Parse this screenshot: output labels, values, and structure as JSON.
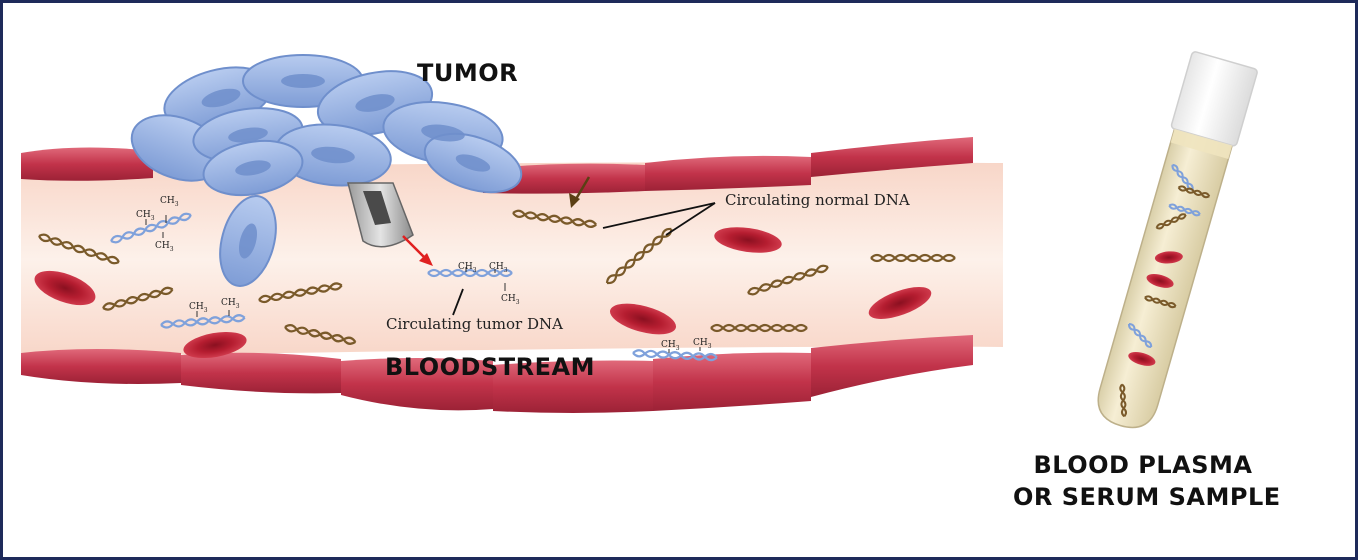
{
  "labels": {
    "tumor": "TUMOR",
    "bloodstream": "BLOODSTREAM",
    "normal_dna": "Circulating normal DNA",
    "tumor_dna": "Circulating tumor DNA",
    "sample_line1": "BLOOD PLASMA",
    "sample_line2": "OR SERUM SAMPLE"
  },
  "methyl_label": "CH3",
  "colors": {
    "frame": "#1e2a5a",
    "vessel_wall": "#c2334a",
    "lumen": "#fbe6dc",
    "tumor_cell": "#98b3e3",
    "normal_dna": "#7a5a2a",
    "tumor_dna": "#7fa1db",
    "red_blood_cell": "#b51d30",
    "arrow_tumor": "#e02020",
    "arrow_normal": "#5b3f14",
    "plasma": "#f0e6c6"
  }
}
